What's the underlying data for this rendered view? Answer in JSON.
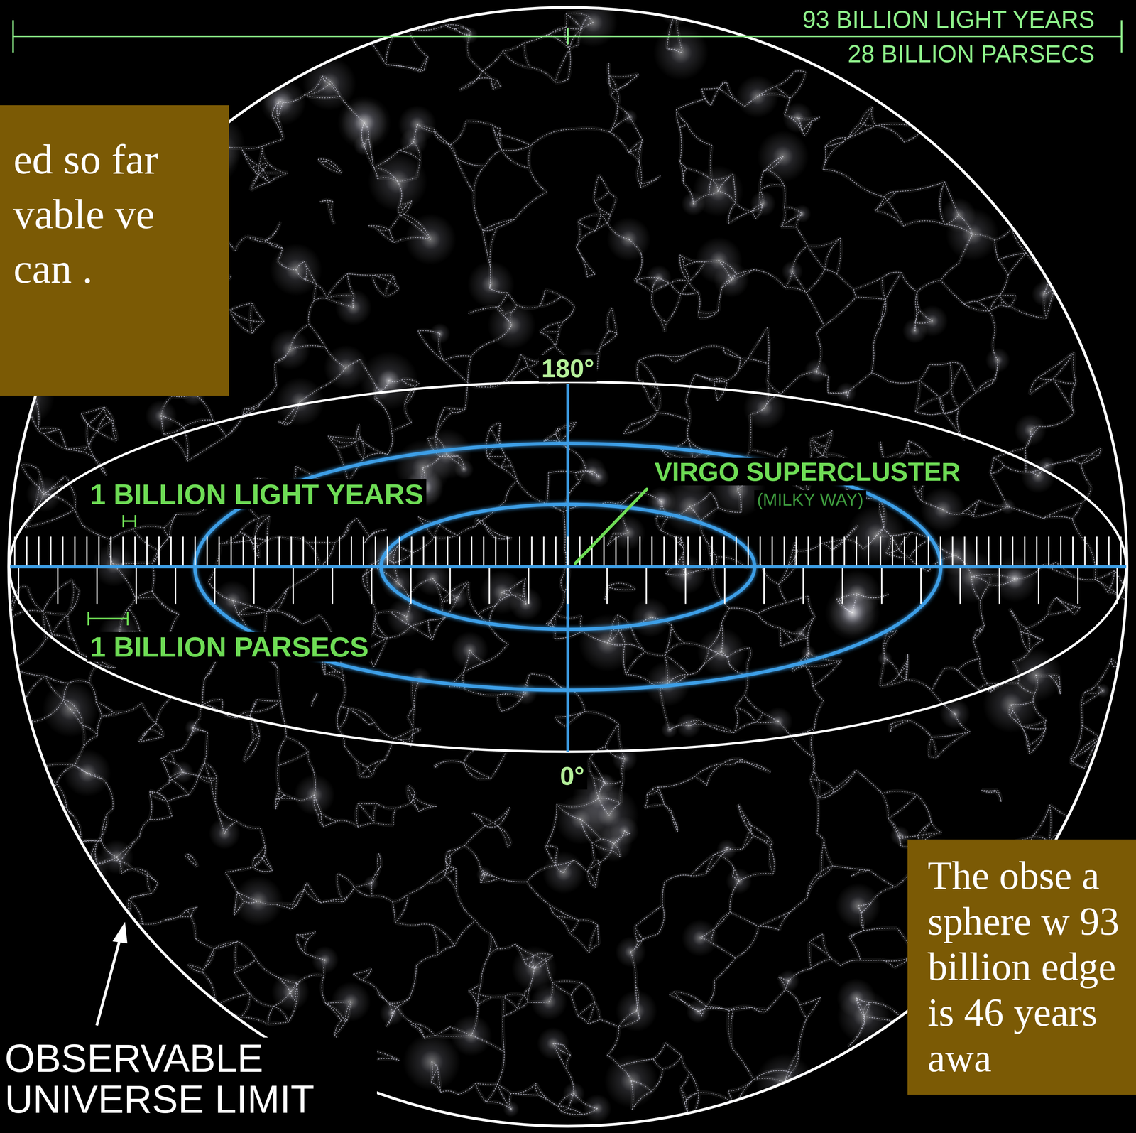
{
  "diagram": {
    "nodes": [
      {
        "text": [
          "ed so far vable ve can ."
        ]
      },
      {
        "text": [
          "The obse a sphere w 93 billion edge is 46 years awa"
        ]
      }
    ],
    "labels": [
      "93 BILLION LIGHT YEARS",
      "28 BILLION PARSECS",
      "180°",
      "VIRGO SUPERCLUSTER",
      "(MILKY WAY)",
      "1 BILLION LIGHT YEARS",
      "1 BILLION PARSECS",
      "0°",
      "OBSERVABLE UNIVERSE LIMIT"
    ]
  }
}
